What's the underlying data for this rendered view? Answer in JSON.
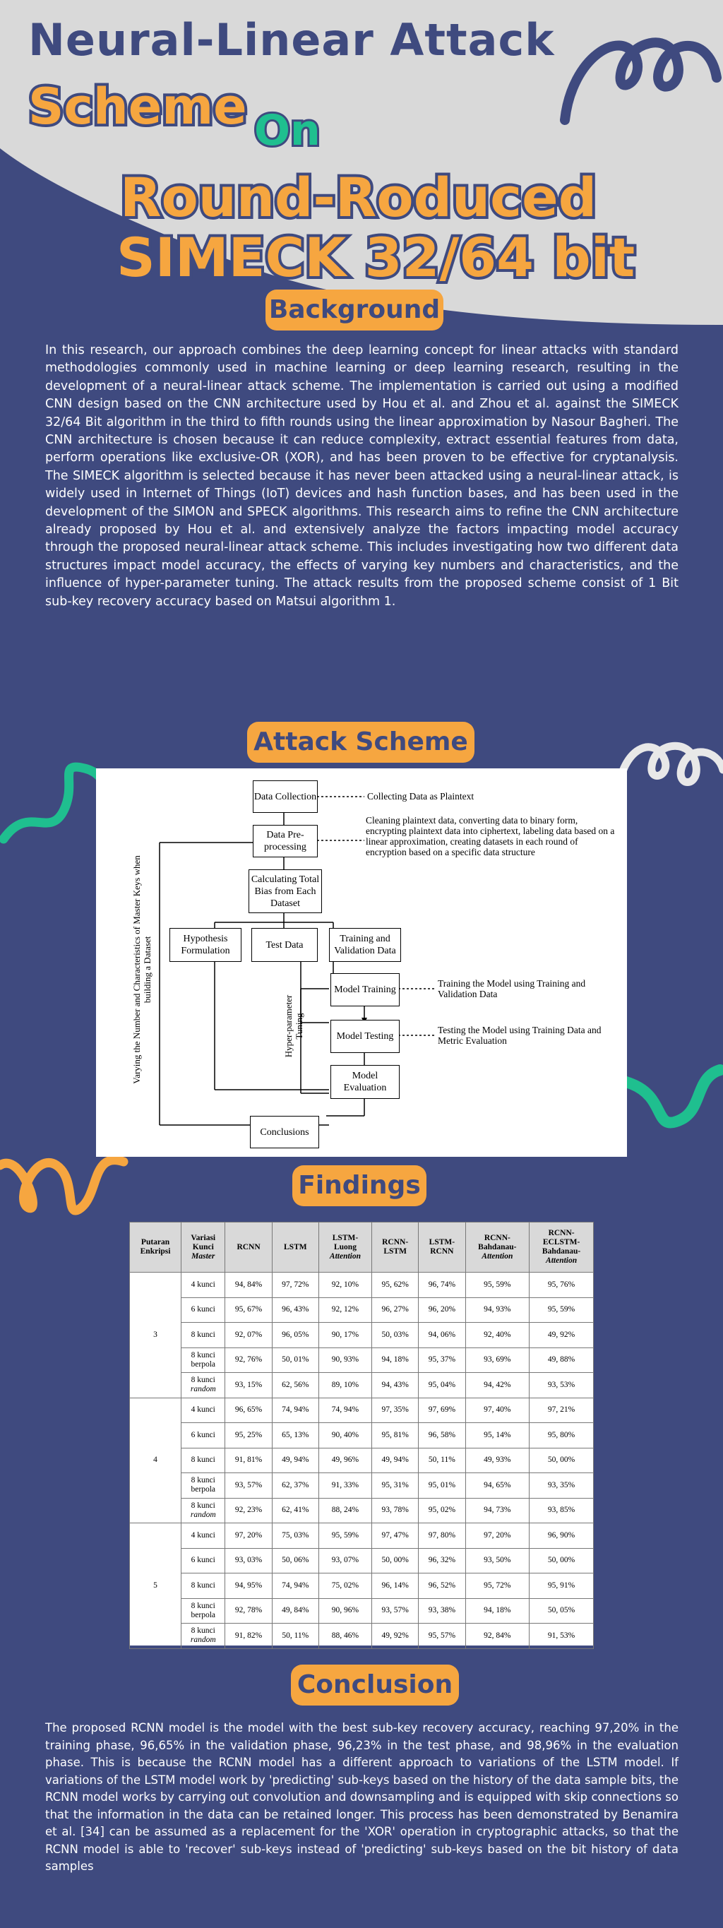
{
  "title": {
    "line1": "Neural-Linear Attack",
    "line2": "Scheme",
    "line2_on": "On",
    "line3": "Round-Roduced",
    "line4": "SIMECK 32/64 bit"
  },
  "colors": {
    "background": "#3f4a7f",
    "header_bg": "#d9d9d9",
    "accent_orange": "#f6a640",
    "accent_green": "#1fbf8f",
    "text": "#ffffff"
  },
  "background": {
    "heading": "Background",
    "text": "In this research, our approach combines the deep learning concept for linear attacks with standard methodologies commonly used in machine learning or deep learning research, resulting in the development of a neural-linear attack scheme. The implementation is carried out using a modified CNN design based on the CNN architecture used by Hou et al. and Zhou et al. against the SIMECK 32/64 Bit algorithm in the third to fifth rounds using the linear approximation by Nasour Bagheri. The CNN architecture is chosen because it can reduce complexity, extract essential features from data, perform operations like exclusive-OR (XOR), and has been proven to be effective for cryptanalysis. The SIMECK algorithm is selected because it has never been attacked using a neural-linear attack, is widely used in Internet of Things (IoT) devices and hash function bases, and has been used in the development of the SIMON and SPECK algorithms. This research aims to refine the CNN architecture already proposed by Hou et al. and extensively analyze the factors impacting model accuracy through the proposed neural-linear attack scheme. This includes investigating how two different data structures impact model accuracy, the effects of varying key numbers and characteristics, and the influence of hyper-parameter tuning. The attack results from the proposed scheme consist of 1 Bit sub-key recovery accuracy based on Matsui algorithm 1."
  },
  "attack_scheme": {
    "heading": "Attack Scheme",
    "boxes": {
      "data_collection": "Data Collection",
      "preprocessing": "Data Pre-processing",
      "calculating": "Calculating Total Bias from Each Dataset",
      "hypothesis": "Hypothesis Formulation",
      "test_data": "Test Data",
      "training_validation": "Training and Validation Data",
      "model_training": "Model Training",
      "model_testing": "Model Testing",
      "model_evaluation": "Model Evaluation",
      "conclusions": "Conclusions"
    },
    "notes": {
      "collecting": "Collecting Data as Plaintext",
      "cleaning": "Cleaning plaintext data, converting data to binary form, encrypting plaintext data into ciphertext, labeling data based on a linear approximation, creating datasets in each round of encryption based on a specific data structure",
      "training": "Training the Model using Training and Validation Data",
      "testing": "Testing the Model using Training Data and Metric Evaluation"
    },
    "side_labels": {
      "varying": "Varying the Number and Characteristics of Master Keys when building a Dataset",
      "hyper": "Hyper-parameter Tuning"
    }
  },
  "findings": {
    "heading": "Findings",
    "headers": [
      "Putaran Enkripsi",
      "Variasi Kunci Master",
      "RCNN",
      "LSTM",
      "LSTM-Luong Attention",
      "RCNN-LSTM",
      "LSTM-RCNN",
      "RCNN-Bahdanau-Attention",
      "RCNN-ECLSTM-Bahdanau-Attention"
    ],
    "header_lines": [
      [
        "Putaran",
        "Enkripsi"
      ],
      [
        "Variasi",
        "Kunci",
        "Master"
      ],
      [
        "RCNN"
      ],
      [
        "LSTM"
      ],
      [
        "LSTM-",
        "Luong",
        "Attention"
      ],
      [
        "RCNN-",
        "LSTM"
      ],
      [
        "LSTM-",
        "RCNN"
      ],
      [
        "RCNN-",
        "Bahdanau-",
        "Attention"
      ],
      [
        "RCNN-",
        "ECLSTM-",
        "Bahdanau-",
        "Attention"
      ]
    ],
    "groups": [
      {
        "round": "3",
        "rows": [
          {
            "key": "4 kunci",
            "values": [
              "94, 84%",
              "97, 72%",
              "92, 10%",
              "95, 62%",
              "96, 74%",
              "95, 59%",
              "95, 76%"
            ]
          },
          {
            "key": "6 kunci",
            "values": [
              "95, 67%",
              "96, 43%",
              "92, 12%",
              "96, 27%",
              "96, 20%",
              "94, 93%",
              "95, 59%"
            ]
          },
          {
            "key": "8 kunci",
            "values": [
              "92, 07%",
              "96, 05%",
              "90, 17%",
              "50, 03%",
              "94, 06%",
              "92, 40%",
              "49, 92%"
            ]
          },
          {
            "key": "8 kunci berpola",
            "values": [
              "92, 76%",
              "50, 01%",
              "90, 93%",
              "94, 18%",
              "95, 37%",
              "93, 69%",
              "49, 88%"
            ]
          },
          {
            "key": "8 kunci random",
            "values": [
              "93, 15%",
              "62, 56%",
              "89, 10%",
              "94, 43%",
              "95, 04%",
              "94, 42%",
              "93, 53%"
            ]
          }
        ]
      },
      {
        "round": "4",
        "rows": [
          {
            "key": "4 kunci",
            "values": [
              "96, 65%",
              "74, 94%",
              "74, 94%",
              "97, 35%",
              "97, 69%",
              "97, 40%",
              "97, 21%"
            ]
          },
          {
            "key": "6 kunci",
            "values": [
              "95, 25%",
              "65, 13%",
              "90, 40%",
              "95, 81%",
              "96, 58%",
              "95, 14%",
              "95, 80%"
            ]
          },
          {
            "key": "8 kunci",
            "values": [
              "91, 81%",
              "49, 94%",
              "49, 96%",
              "49, 94%",
              "50, 11%",
              "49, 93%",
              "50, 00%"
            ]
          },
          {
            "key": "8 kunci berpola",
            "values": [
              "93, 57%",
              "62, 37%",
              "91, 33%",
              "95, 31%",
              "95, 01%",
              "94, 65%",
              "93, 35%"
            ]
          },
          {
            "key": "8 kunci random",
            "values": [
              "92, 23%",
              "62, 41%",
              "88, 24%",
              "93, 78%",
              "95, 02%",
              "94, 73%",
              "93, 85%"
            ]
          }
        ]
      },
      {
        "round": "5",
        "rows": [
          {
            "key": "4 kunci",
            "values": [
              "97, 20%",
              "75, 03%",
              "95, 59%",
              "97, 47%",
              "97, 80%",
              "97, 20%",
              "96, 90%"
            ]
          },
          {
            "key": "6 kunci",
            "values": [
              "93, 03%",
              "50, 06%",
              "93, 07%",
              "50, 00%",
              "96, 32%",
              "93, 50%",
              "50, 00%"
            ]
          },
          {
            "key": "8 kunci",
            "values": [
              "94, 95%",
              "74, 94%",
              "75, 02%",
              "96, 14%",
              "96, 52%",
              "95, 72%",
              "95, 91%"
            ]
          },
          {
            "key": "8 kunci berpola",
            "values": [
              "92, 78%",
              "49, 84%",
              "90, 96%",
              "93, 57%",
              "93, 38%",
              "94, 18%",
              "50, 05%"
            ]
          },
          {
            "key": "8 kunci random",
            "values": [
              "91, 82%",
              "50, 11%",
              "88, 46%",
              "49, 92%",
              "95, 57%",
              "92, 84%",
              "91, 53%"
            ]
          }
        ]
      }
    ]
  },
  "conclusion": {
    "heading": "Conclusion",
    "text": "The proposed RCNN model is the model with the best sub-key recovery accuracy, reaching 97,20% in the training phase, 96,65% in the validation phase, 96,23% in the test phase, and 98,96% in the evaluation phase. This is because the RCNN model has a different approach to variations of the LSTM model. If variations of the LSTM model work by 'predicting' sub-keys based on the history of the data sample bits, the RCNN model works by carrying out convolution and downsampling and is equipped with skip connections so that the information in the data can be retained longer. This process has been demonstrated by Benamira et al. [34] can be assumed as a replacement for the 'XOR' operation in cryptographic attacks, so that the RCNN model is able to 'recover' sub-keys instead of 'predicting' sub-keys based on the bit history of data samples"
  },
  "decorations": [
    "spiral-icon",
    "squiggle-icon"
  ]
}
